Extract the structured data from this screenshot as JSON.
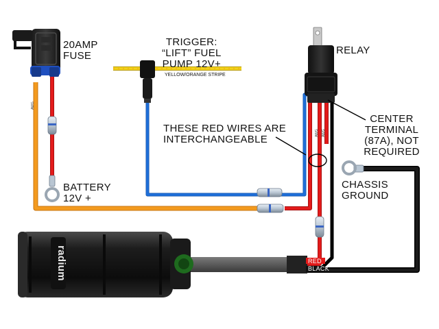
{
  "labels": {
    "fuse_line1": "20AMP",
    "fuse_line2": "FUSE",
    "trigger_line1": "TRIGGER:",
    "trigger_line2": "“LIFT” FUEL",
    "trigger_line3": "PUMP 12V+",
    "stripe": "YELLOW/ORANGE STRIPE",
    "relay": "RELAY",
    "interchange_line1": "THESE RED WIRES ARE",
    "interchange_line2": "INTERCHANGEABLE",
    "center_line1": "CENTER",
    "center_line2": "TERMINAL",
    "center_line3": "(87A), NOT",
    "center_line4": "REQUIRED",
    "battery_line1": "BATTERY",
    "battery_line2": "12V +",
    "chassis_line1": "CHASSIS",
    "chassis_line2": "GROUND",
    "wire_red": "RED",
    "wire_black": "BLACK",
    "pump_logo": "radium"
  },
  "colors": {
    "red_wire": "#e31b1b",
    "orange_wire": "#f39a1e",
    "blue_wire": "#1e6fd9",
    "yellow_wire": "#f2d21a",
    "black_wire": "#111111",
    "pump_body": "#1a1a1a",
    "fitting_green": "#1e6b1e"
  },
  "icons": [
    "fuse-icon",
    "relay-icon",
    "fuel-pump-icon",
    "ring-terminal-icon",
    "butt-splice-icon",
    "wire-tap-icon"
  ]
}
